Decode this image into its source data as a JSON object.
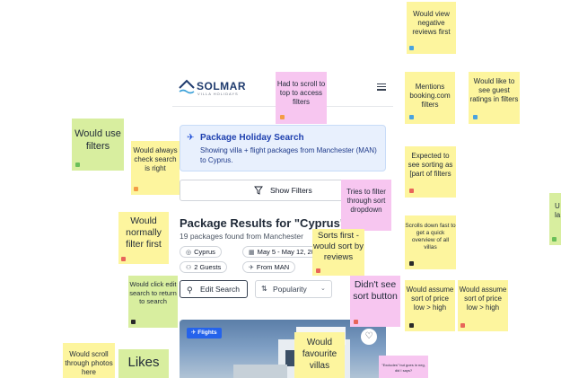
{
  "app": {
    "brand": "SOLMAR",
    "brand_sub": "VILLA HOLIDAYS"
  },
  "banner": {
    "title": "Package Holiday Search",
    "subtitle": "Showing villa + flight packages from Manchester (MAN) to Cyprus."
  },
  "filters": {
    "label": "Show Filters"
  },
  "results": {
    "title": "Package Results for \"Cyprus\"",
    "subtitle": "19 packages found  from Manchester",
    "chips": {
      "destination": "Cyprus",
      "dates": "May 5 - May 12, 20",
      "guests": "2 Guests",
      "departure": "From MAN"
    }
  },
  "actions": {
    "edit_search": "Edit Search",
    "sort_value": "Popularity"
  },
  "card": {
    "badge": "Flights"
  },
  "notes": {
    "would_use_filters": "Would use filters",
    "always_check": "Would always check search is right",
    "scroll_top": "Had to scroll to top to access filters",
    "negative_first": "Would view negative reviews first",
    "booking_filters": "Mentions booking.com filters",
    "guest_ratings": "Would like to see guest ratings in filters",
    "sorting_filters": "Expected to see sorting as [part of filters",
    "tries_filter": "Tries to filter through sort dropdown",
    "normally_filter": "Would normally filter first",
    "sort_reviews": "Sorts first - would sort by reviews",
    "scrolls_down": "Scrolls down fast to get a quick overview of all villas",
    "click_edit": "Would click edit search to return to search",
    "didnt_see": "Didn't see sort button",
    "assume_low_1": "Would assume sort of price low > high",
    "assume_low_2": "Would assume sort of price low > high",
    "scroll_photos": "Would scroll through photos here",
    "likes": "Likes",
    "favourite": "Would favourite villas",
    "excludes": "\"Excludes\" but goes in neg, did I says?",
    "edge_left": "U",
    "edge_left_2": "la"
  },
  "colors": {
    "yellow": "#fdf59e",
    "green": "#d8ee9f",
    "pink": "#f7c6f0",
    "brand_blue": "#1f3b6e",
    "banner_bg": "#e8f0fd"
  }
}
